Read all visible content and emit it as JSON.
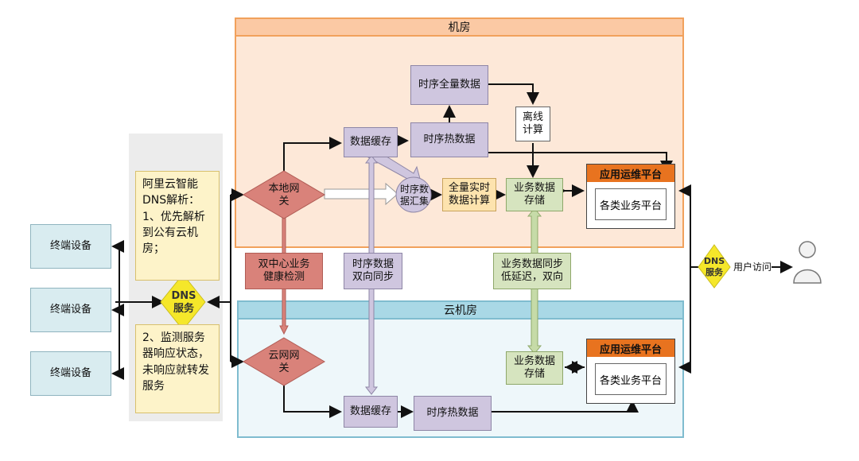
{
  "local_room": {
    "title": "机房"
  },
  "cloud_room": {
    "title": "云机房"
  },
  "terminals": [
    "终端设备",
    "终端设备",
    "终端设备"
  ],
  "dns_left": {
    "label": "DNS\n服务"
  },
  "dns_right": {
    "label": "DNS\n服务"
  },
  "dns_note_1": "阿里云智能\nDNS解析：\n1、优先解析\n到公有云机\n房；",
  "dns_note_2": "2、监测服务\n器响应状态，\n未响应就转发\n服务",
  "local_gateway": "本地网\n关",
  "cloud_gateway": "云网网\n关",
  "health_check": "双中心业务\n健康检测",
  "local_cache": "数据缓存",
  "local_hot": "时序热数据",
  "local_full": "时序全量数据",
  "offline_calc": "离线\n计算",
  "ts_aggregate": "时序数\n据汇集",
  "full_realtime": "全量实时\n数据计算",
  "local_biz_store": "业务数据\n存储",
  "ts_sync": "时序数据\n双向同步",
  "biz_sync": "业务数据同步\n低延迟，双向",
  "cloud_biz_store": "业务数据\n存储",
  "cloud_cache": "数据缓存",
  "cloud_hot": "时序热数据",
  "local_platform": {
    "header": "应用运维平台",
    "inner": "各类业务平台"
  },
  "cloud_platform": {
    "header": "应用运维平台",
    "inner": "各类业务平台"
  },
  "user_access": "用户访问",
  "colors": {
    "local_border": "#f1a15c",
    "local_fill": "#fde8d8",
    "cloud_border": "#7fbccf",
    "cloud_fill": "#eef7fa",
    "gateway": "#d9827a",
    "dns": "#f5e72a"
  }
}
